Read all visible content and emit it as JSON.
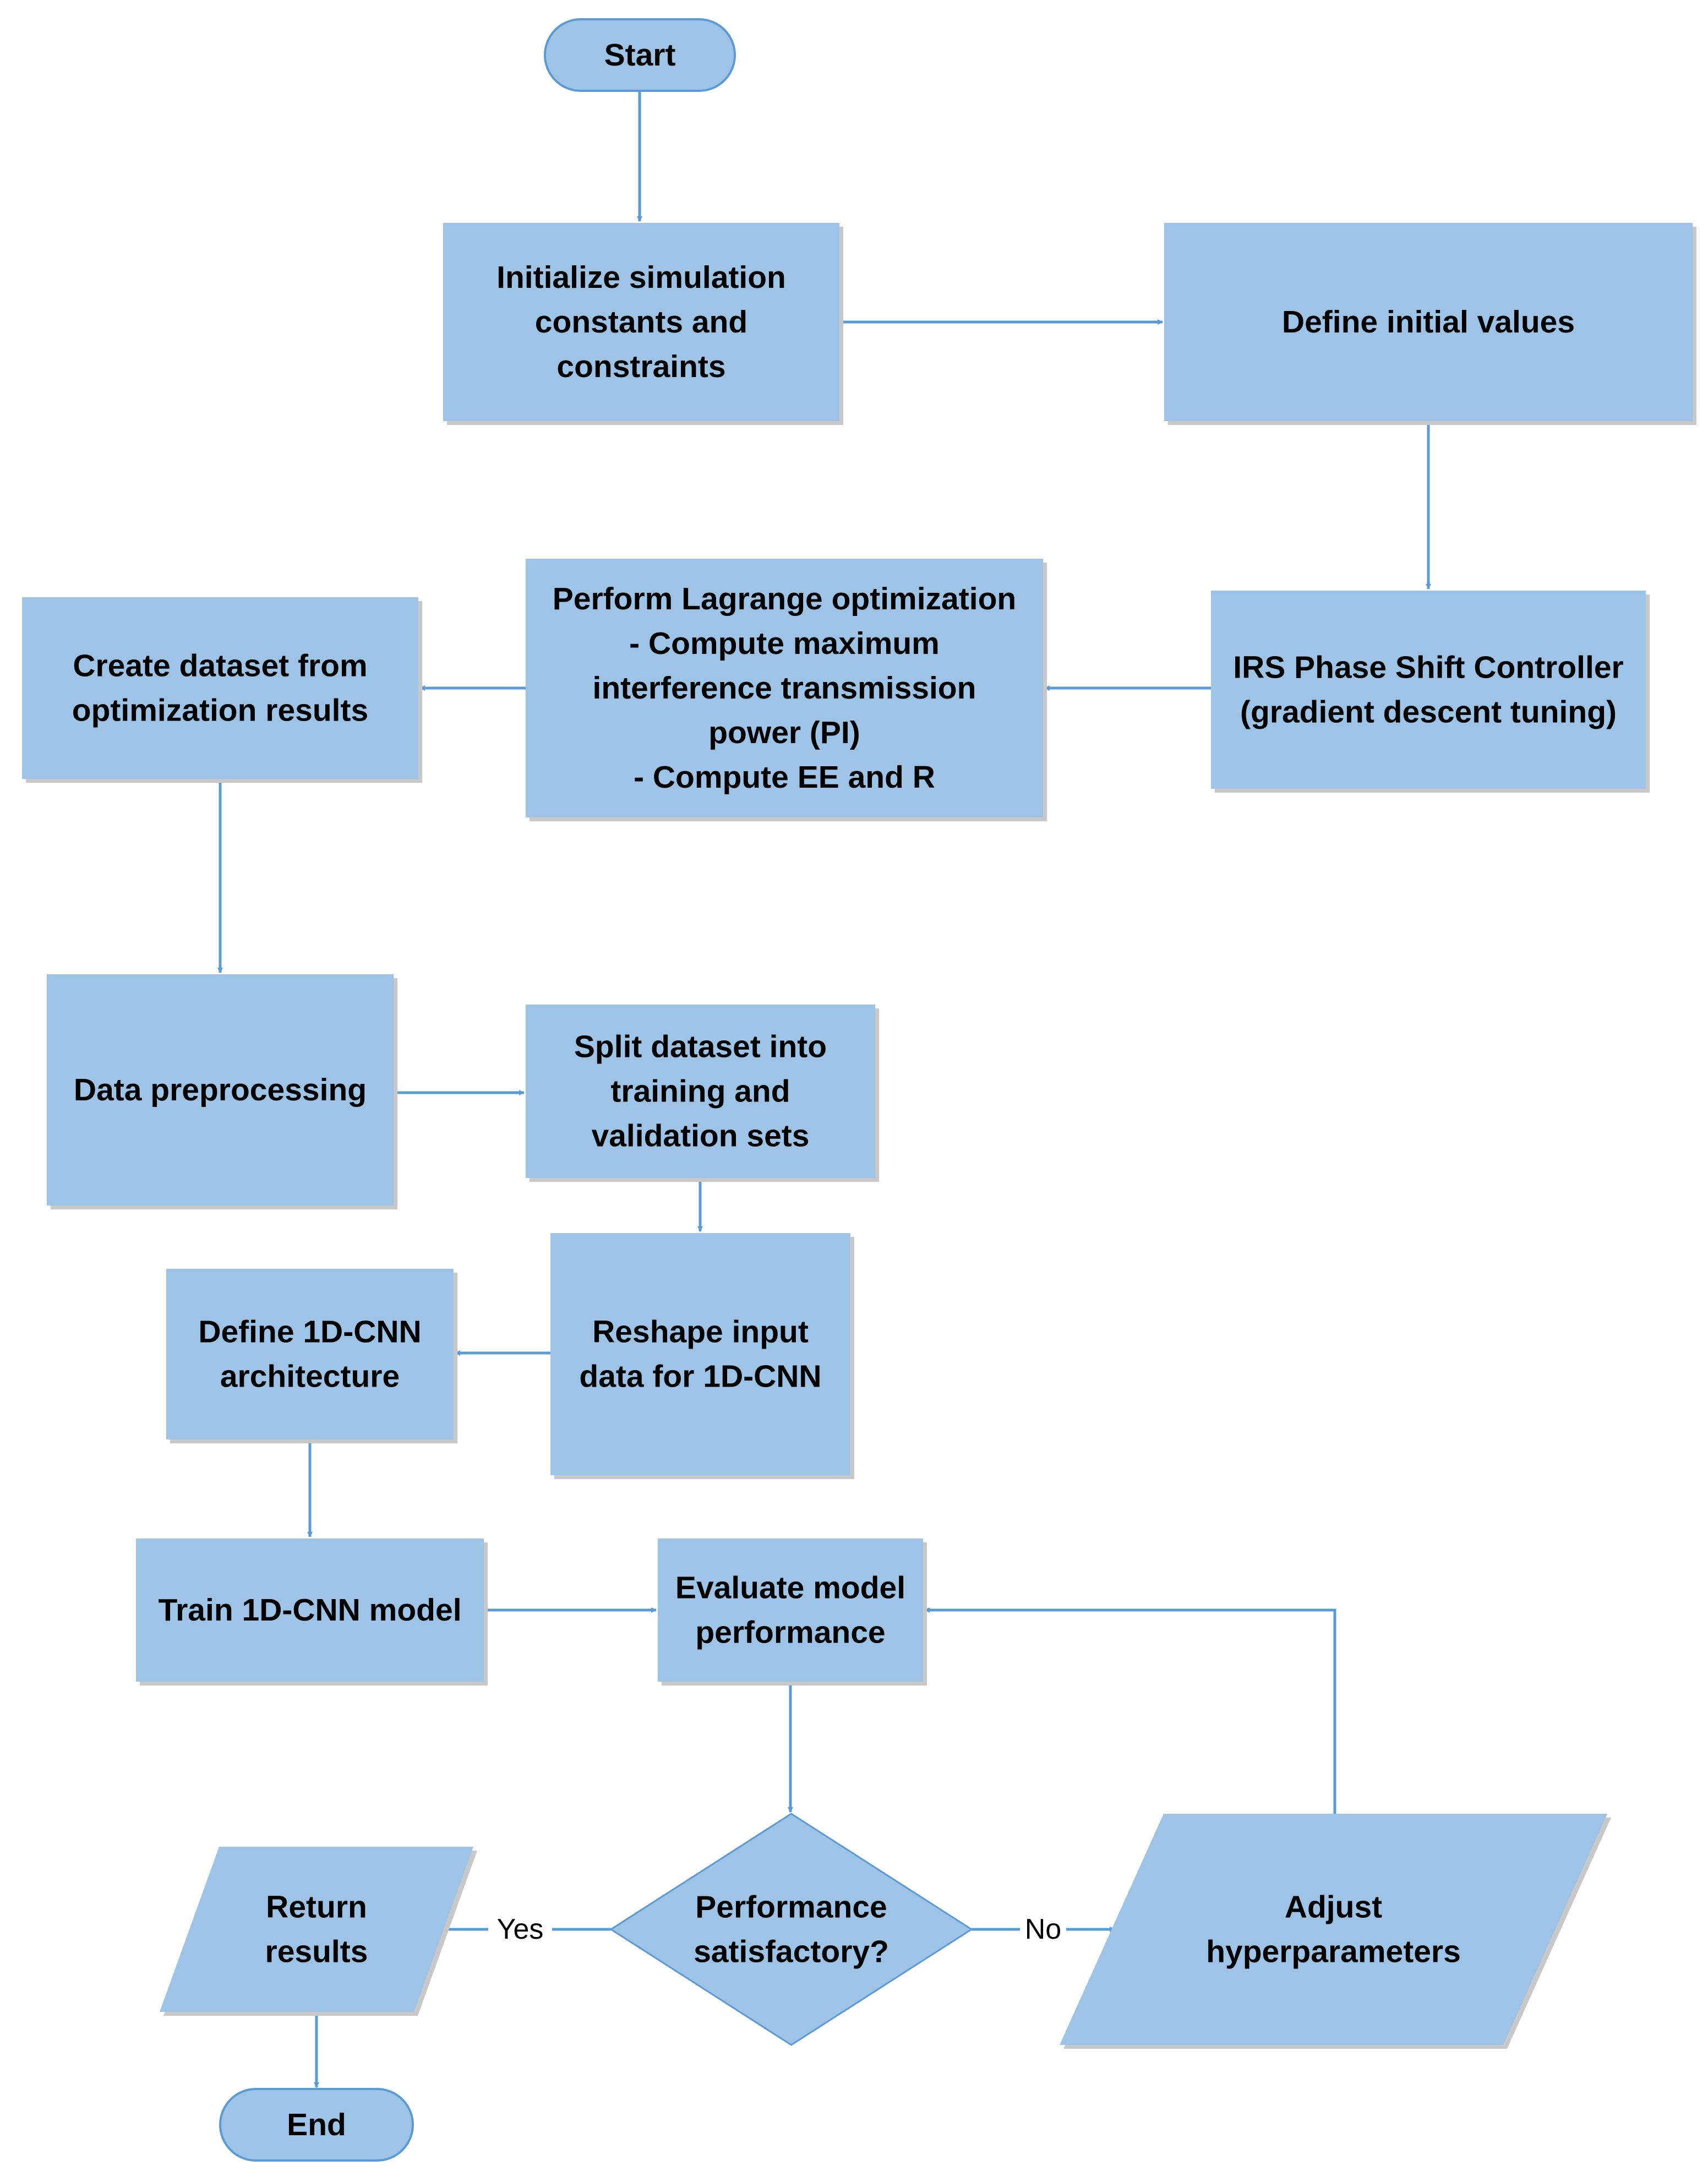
{
  "colors": {
    "fill": "#9dc3e6",
    "edge": "#5b9bd5",
    "shadow": "#c8c8c8",
    "text": "#000000"
  },
  "nodes": [
    {
      "id": "start",
      "shape": "terminator",
      "lines": [
        "Start"
      ]
    },
    {
      "id": "init",
      "shape": "process",
      "lines": [
        "Initialize simulation",
        "constants and",
        "constraints"
      ]
    },
    {
      "id": "define-initial",
      "shape": "process",
      "lines": [
        "Define initial values"
      ]
    },
    {
      "id": "irs",
      "shape": "process",
      "lines": [
        "IRS Phase Shift Controller",
        "(gradient descent tuning)"
      ]
    },
    {
      "id": "lagrange",
      "shape": "process",
      "lines": [
        "Perform Lagrange optimization",
        "- Compute maximum",
        "interference transmission",
        "power (PI)",
        "- Compute EE and R"
      ]
    },
    {
      "id": "create-dataset",
      "shape": "process",
      "lines": [
        "Create dataset from",
        "optimization results"
      ]
    },
    {
      "id": "preprocess",
      "shape": "process",
      "lines": [
        "Data preprocessing"
      ]
    },
    {
      "id": "split",
      "shape": "process",
      "lines": [
        "Split dataset into",
        "training and",
        "validation sets"
      ]
    },
    {
      "id": "reshape",
      "shape": "process",
      "lines": [
        "Reshape input",
        "data for 1D-CNN"
      ]
    },
    {
      "id": "define-cnn",
      "shape": "process",
      "lines": [
        "Define 1D-CNN",
        "architecture"
      ]
    },
    {
      "id": "train",
      "shape": "process",
      "lines": [
        "Train 1D-CNN model"
      ]
    },
    {
      "id": "evaluate",
      "shape": "process",
      "lines": [
        "Evaluate model",
        "performance"
      ]
    },
    {
      "id": "decision",
      "shape": "decision",
      "lines": [
        "Performance",
        "satisfactory?"
      ]
    },
    {
      "id": "return",
      "shape": "data",
      "lines": [
        "Return",
        "results"
      ]
    },
    {
      "id": "adjust",
      "shape": "data",
      "lines": [
        "Adjust",
        "hyperparameters"
      ]
    },
    {
      "id": "end",
      "shape": "terminator",
      "lines": [
        "End"
      ]
    }
  ],
  "edges": [
    {
      "from": "start",
      "to": "init",
      "label": ""
    },
    {
      "from": "init",
      "to": "define-initial",
      "label": ""
    },
    {
      "from": "define-initial",
      "to": "irs",
      "label": ""
    },
    {
      "from": "irs",
      "to": "lagrange",
      "label": ""
    },
    {
      "from": "lagrange",
      "to": "create-dataset",
      "label": ""
    },
    {
      "from": "create-dataset",
      "to": "preprocess",
      "label": ""
    },
    {
      "from": "preprocess",
      "to": "split",
      "label": ""
    },
    {
      "from": "split",
      "to": "reshape",
      "label": ""
    },
    {
      "from": "reshape",
      "to": "define-cnn",
      "label": ""
    },
    {
      "from": "define-cnn",
      "to": "train",
      "label": ""
    },
    {
      "from": "train",
      "to": "evaluate",
      "label": ""
    },
    {
      "from": "evaluate",
      "to": "decision",
      "label": ""
    },
    {
      "from": "decision",
      "to": "return",
      "label": "Yes"
    },
    {
      "from": "decision",
      "to": "adjust",
      "label": "No"
    },
    {
      "from": "adjust",
      "to": "evaluate",
      "label": ""
    },
    {
      "from": "return",
      "to": "end",
      "label": ""
    }
  ]
}
